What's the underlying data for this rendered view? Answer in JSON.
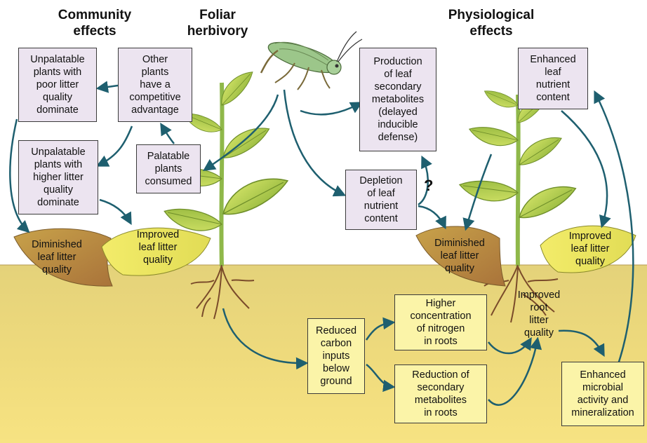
{
  "headers": {
    "community": "Community\neffects",
    "foliar": "Foliar\nherbivory",
    "physiological": "Physiological\neffects"
  },
  "boxes": {
    "unpalatable_poor": "Unpalatable\nplants with\npoor litter\nquality\ndominate",
    "other_plants": "Other\nplants\nhave a\ncompetitive\nadvantage",
    "unpalatable_higher": "Unpalatable\nplants with\nhigher litter\nquality\ndominate",
    "palatable": "Palatable\nplants\nconsumed",
    "production": "Production\nof leaf\nsecondary\nmetabolites\n(delayed\ninducible\ndefense)",
    "enhanced_leaf": "Enhanced\nleaf\nnutrient\ncontent",
    "depletion": "Depletion\nof leaf\nnutrient\ncontent",
    "reduced_carbon": "Reduced\ncarbon\ninputs\nbelow\nground",
    "higher_nitrogen": "Higher\nconcentration\nof nitrogen\nin roots",
    "reduction_secondary": "Reduction of\nsecondary\nmetabolites\nin roots",
    "enhanced_microbial": "Enhanced\nmicrobial\nactivity and\nmineralization"
  },
  "leaves": {
    "diminished_left": "Diminished\nleaf litter\nquality",
    "improved_left": "Improved\nleaf litter\nquality",
    "diminished_right": "Diminished\nleaf litter\nquality",
    "improved_right": "Improved\nleaf litter\nquality"
  },
  "root_label": "Improved\nroot\nlitter\nquality",
  "question_mark": "?",
  "colors": {
    "arrow": "#1e5f6f",
    "lilac_box": "#ece4f0",
    "yellow_box": "#fbf4a8",
    "soil_top": "#e9d97a",
    "soil_bottom": "#f6e27a",
    "leaf_green": "#b9d24f",
    "stem": "#8fb84a",
    "root": "#7a4b2a"
  }
}
